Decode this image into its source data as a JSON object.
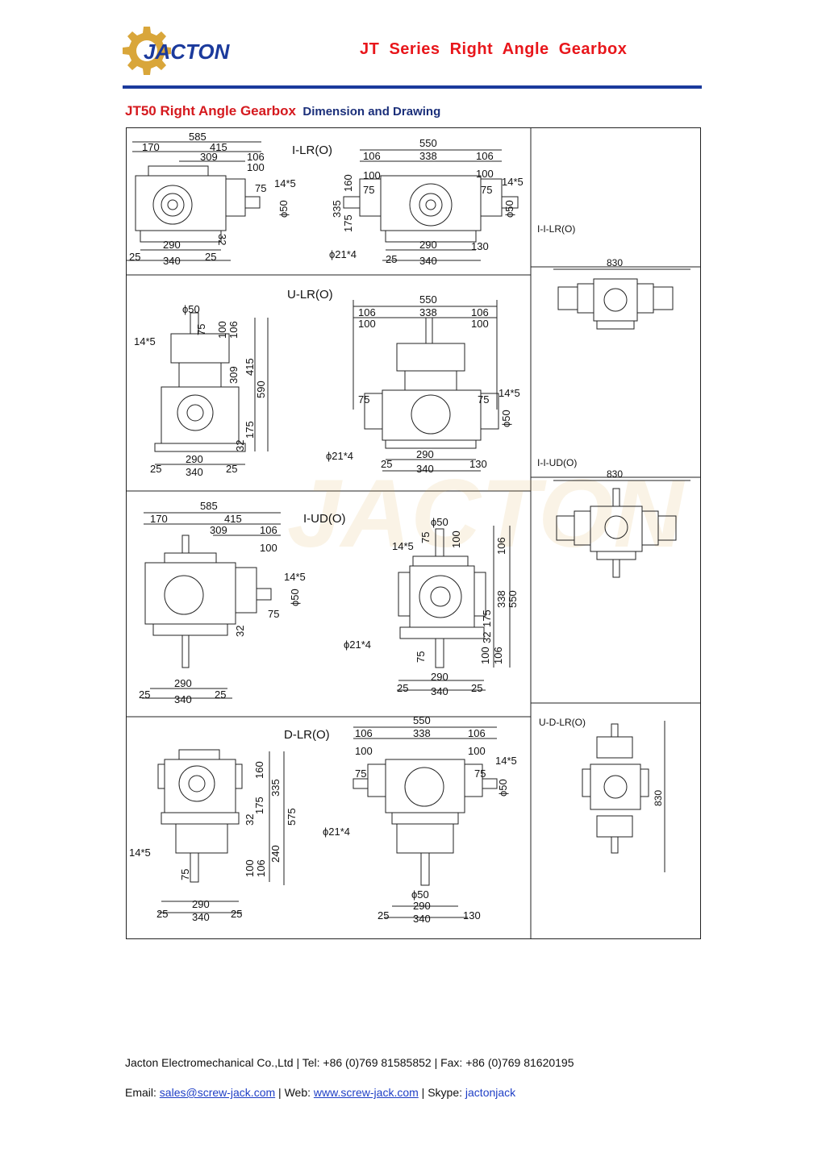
{
  "header": {
    "logo_text": "JACTON",
    "title": "JT  Series  Right  Angle  Gearbox"
  },
  "section": {
    "model": "JT50 Right Angle Gearbox",
    "subtitle": "Dimension and Drawing"
  },
  "panels": {
    "ilr": {
      "label": "I-LR(O)"
    },
    "ulr": {
      "label": "U-LR(O)"
    },
    "iud": {
      "label": "I-UD(O)"
    },
    "dlr": {
      "label": "D-LR(O)"
    },
    "iilr": {
      "label": "I-I-LR(O)",
      "dim": "830"
    },
    "iiud": {
      "label": "I-I-UD(O)",
      "dim": "830"
    },
    "udlr": {
      "label": "U-D-LR(O)",
      "dim": "830"
    }
  },
  "dims": {
    "d585": "585",
    "d170": "170",
    "d415": "415",
    "d309": "309",
    "d106": "106",
    "d100": "100",
    "d75": "75",
    "d14x5": "14*5",
    "d50": "ϕ50",
    "d32": "32",
    "d290": "290",
    "d340": "340",
    "d25": "25",
    "d550": "550",
    "d338": "338",
    "d160": "160",
    "d335": "335",
    "d175": "175",
    "d21x4": "ϕ21*4",
    "d130": "130",
    "d590": "590",
    "d575": "575",
    "d240": "240"
  },
  "footer": {
    "line1": "Jacton Electromechanical Co.,Ltd | Tel: +86 (0)769 81585852 | Fax: +86 (0)769 81620195",
    "email_label": "Email: ",
    "email": "sales@screw-jack.com",
    "web_label": " | Web: ",
    "web": "www.screw-jack.com",
    "skype_label": " | Skype: ",
    "skype": "jactonjack"
  }
}
